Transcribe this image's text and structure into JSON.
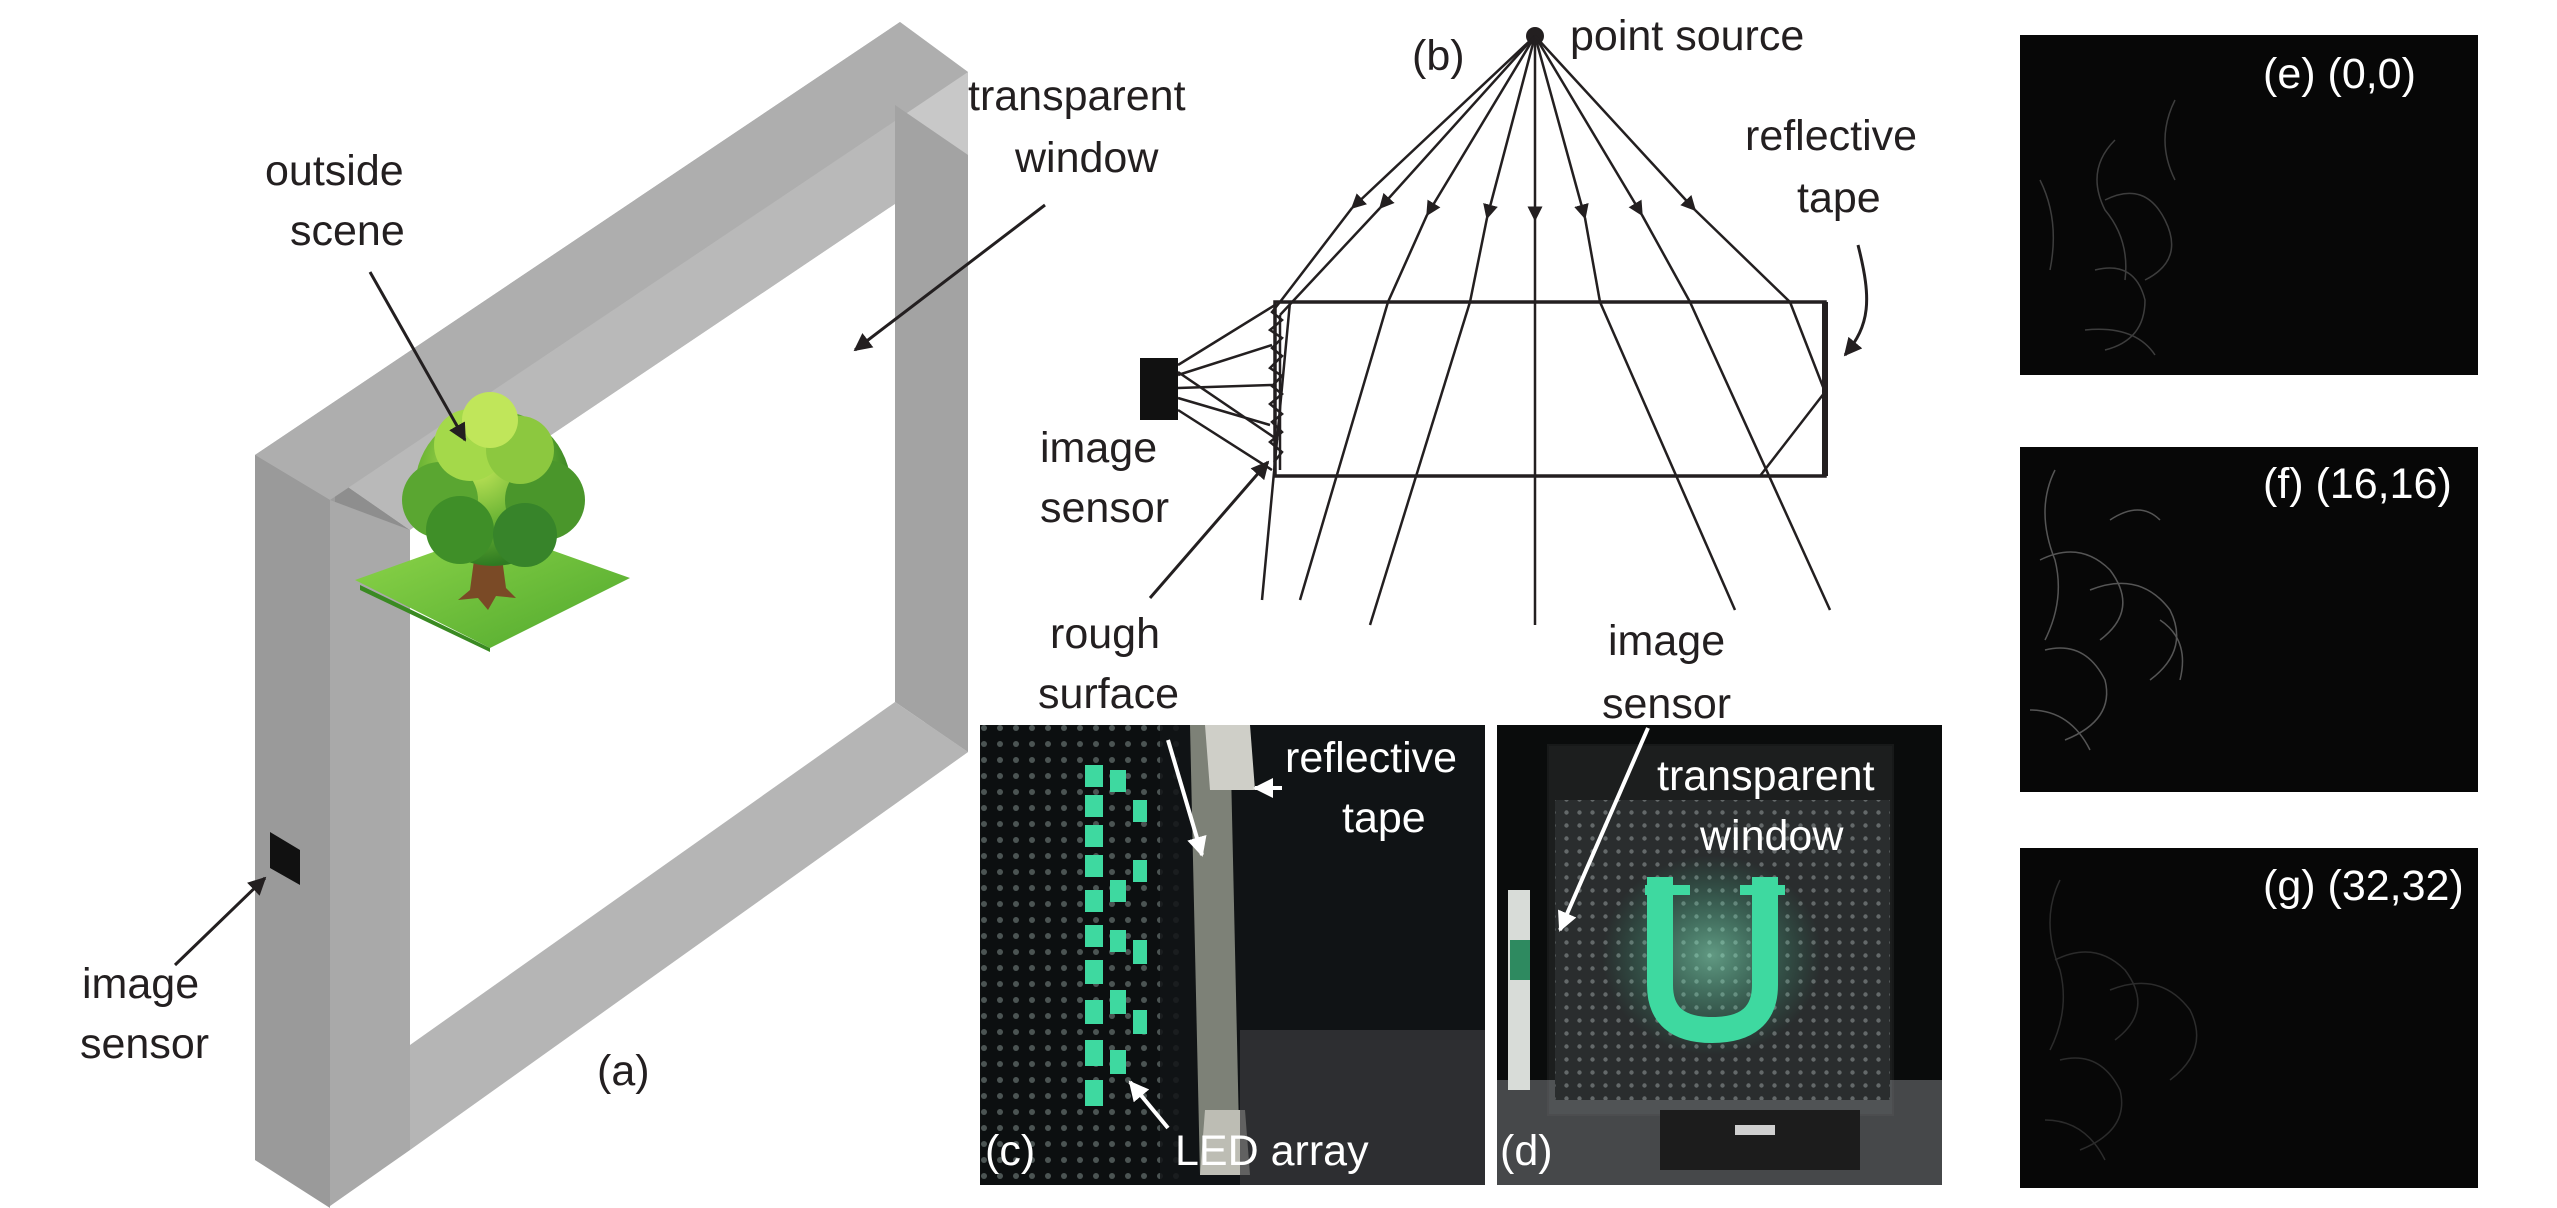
{
  "panel_a": {
    "label": "(a)",
    "outside_scene": [
      "outside",
      "scene"
    ],
    "transparent_window": [
      "transparent",
      "window"
    ],
    "image_sensor": [
      "image",
      "sensor"
    ]
  },
  "panel_b": {
    "label": "(b)",
    "point_source": "point source",
    "reflective_tape": [
      "reflective",
      "tape"
    ],
    "image_sensor": [
      "image",
      "sensor"
    ],
    "rough_surface": [
      "rough",
      "surface"
    ]
  },
  "panel_c": {
    "label": "(c)",
    "reflective_tape": [
      "reflective",
      "tape"
    ],
    "led_array": "LED array"
  },
  "panel_d": {
    "label": "(d)",
    "image_sensor": [
      "image",
      "sensor"
    ],
    "transparent_window": [
      "transparent",
      "window"
    ]
  },
  "panel_e": {
    "label": "(e) (0,0)"
  },
  "panel_f": {
    "label": "(f) (16,16)"
  },
  "panel_g": {
    "label": "(g) (32,32)"
  },
  "colors": {
    "frame_face": "#9d9d9d",
    "frame_side": "#c8c8c8",
    "frame_dark": "#7b7b7b",
    "led_green": "#3ed9a0",
    "photo_dark": "#0a0c0c"
  }
}
